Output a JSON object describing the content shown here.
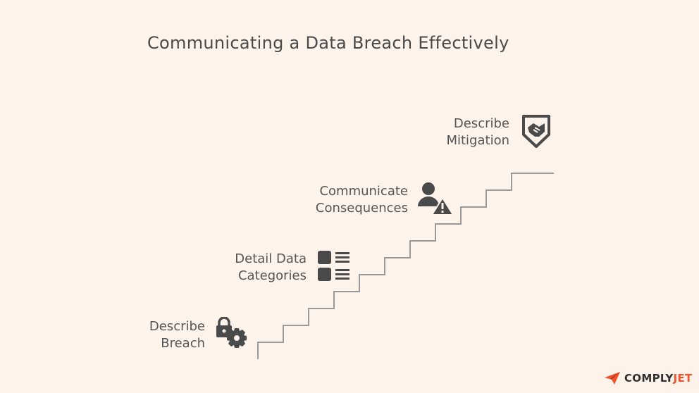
{
  "title": "Communicating a Data Breach Effectively",
  "steps": [
    {
      "line1": "Describe",
      "line2": "Breach",
      "icon": "lock-gear-icon"
    },
    {
      "line1": "Detail Data",
      "line2": "Categories",
      "icon": "list-icon"
    },
    {
      "line1": "Communicate",
      "line2": "Consequences",
      "icon": "person-warning-icon"
    },
    {
      "line1": "Describe",
      "line2": "Mitigation",
      "icon": "shield-handshake-icon"
    }
  ],
  "brand": {
    "part1": "COMPLY",
    "part2": "JET",
    "color": "#f0542d"
  },
  "colors": {
    "background": "#fdf3ea",
    "stairs": "#9a9a9a",
    "icons": "#4a4a4a"
  }
}
